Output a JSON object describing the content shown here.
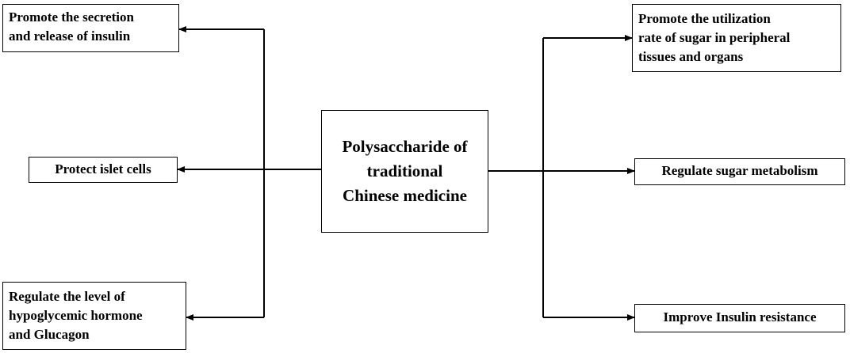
{
  "diagram": {
    "center": {
      "lines": [
        "Polysaccharide of",
        "traditional",
        "Chinese medicine"
      ]
    },
    "left_effects": [
      {
        "lines": [
          "Promote the secretion",
          "and release of insulin"
        ]
      },
      {
        "lines": [
          "Protect islet cells"
        ]
      },
      {
        "lines": [
          "Regulate the level of",
          "hypoglycemic hormone",
          "and Glucagon"
        ]
      }
    ],
    "right_effects": [
      {
        "lines": [
          "Promote the utilization",
          "rate of sugar in peripheral",
          "tissues and organs"
        ]
      },
      {
        "lines": [
          "Regulate sugar metabolism"
        ]
      },
      {
        "lines": [
          "Improve Insulin resistance"
        ]
      }
    ],
    "colors": {
      "stroke": "#000000",
      "text": "#000000",
      "background": "#ffffff"
    }
  }
}
